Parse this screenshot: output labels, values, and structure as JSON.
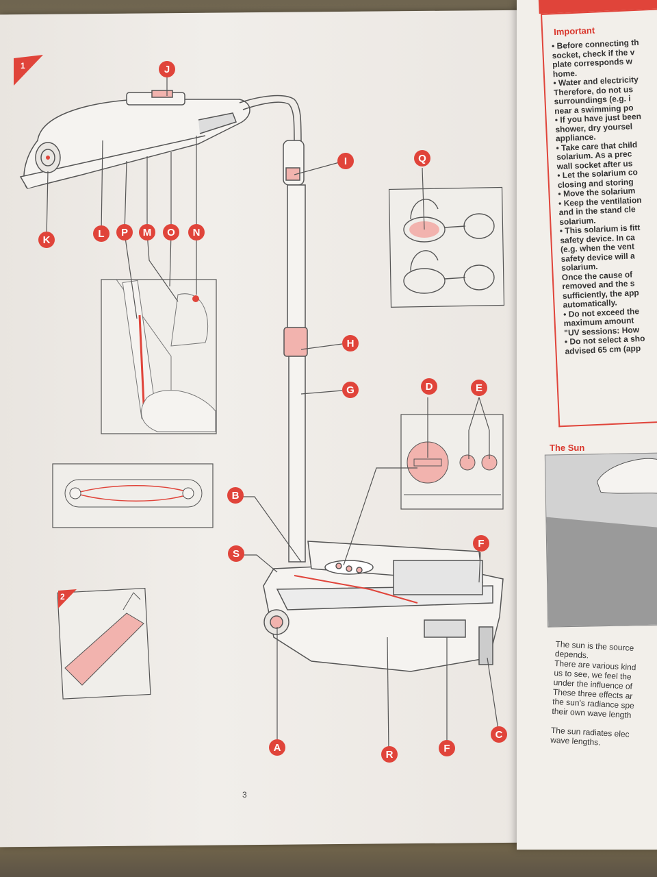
{
  "page_number": "3",
  "section_numbers": [
    "1",
    "2"
  ],
  "callouts": [
    "A",
    "B",
    "C",
    "D",
    "E",
    "F",
    "G",
    "H",
    "I",
    "J",
    "K",
    "L",
    "M",
    "N",
    "O",
    "P",
    "Q",
    "R",
    "S"
  ],
  "right_page": {
    "important_title": "Important",
    "important_lines": [
      "• Before connecting th",
      "socket, check if the v",
      "plate corresponds w",
      "home.",
      "• Water and electricity",
      "Therefore, do not us",
      "surroundings (e.g. i",
      "near a swimming po",
      "• If you have just been",
      "shower, dry yoursel",
      "appliance.",
      "• Take care that child",
      "solarium. As a prec",
      "wall socket after us",
      "• Let the solarium co",
      "closing and storing",
      "• Move the solarium",
      "• Keep the ventilation",
      "and in the stand cle",
      "solarium.",
      "• This solarium is fitt",
      "safety device. In ca",
      "(e.g. when the vent",
      "safety device will a",
      "solarium.",
      "Once the cause of",
      "removed and the s",
      "sufficiently, the app",
      "automatically.",
      "• Do not exceed the",
      "maximum amount",
      "\"UV sessions: How",
      "• Do not select a sho",
      "advised 65 cm (app"
    ],
    "sun_title": "The Sun",
    "sun_paragraph_1": [
      "The sun is the source",
      "depends.",
      "There are various kind",
      "us to see, we feel the",
      "under the influence of",
      "These three effects ar",
      "the sun's radiance spe",
      "their own wave length"
    ],
    "sun_paragraph_2": [
      "The sun radiates elec",
      "wave lengths."
    ]
  },
  "colors": {
    "accent": "#e0443a",
    "line": "#555555",
    "highlight_fill": "#f2b3ae"
  }
}
